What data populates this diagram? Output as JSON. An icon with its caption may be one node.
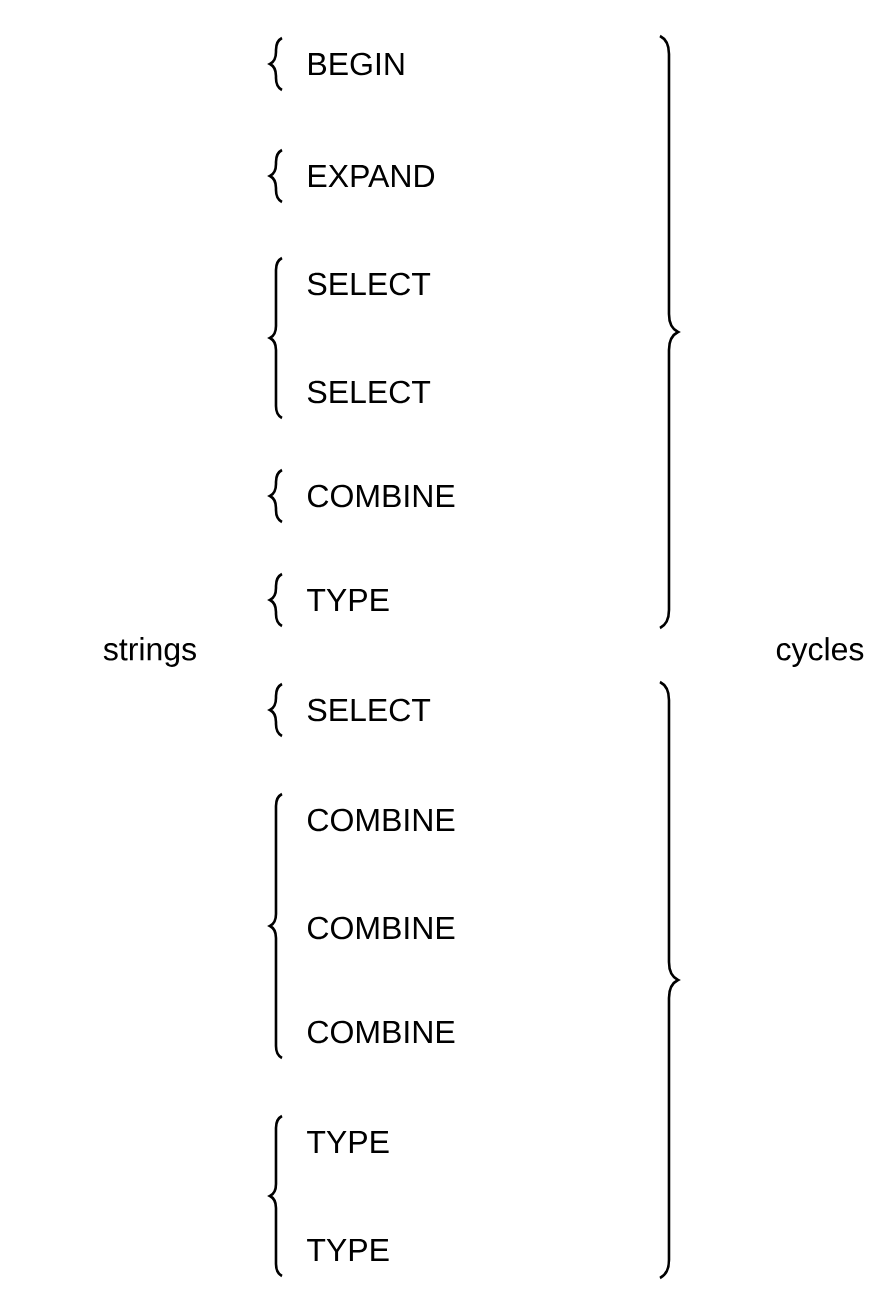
{
  "diagram": {
    "labels": [
      "BEGIN",
      "EXPAND",
      "SELECT",
      "SELECT",
      "COMBINE",
      "TYPE",
      "strings",
      "cycles",
      "SELECT",
      "COMBINE",
      "COMBINE",
      "COMBINE",
      "TYPE",
      "TYPE"
    ]
  }
}
